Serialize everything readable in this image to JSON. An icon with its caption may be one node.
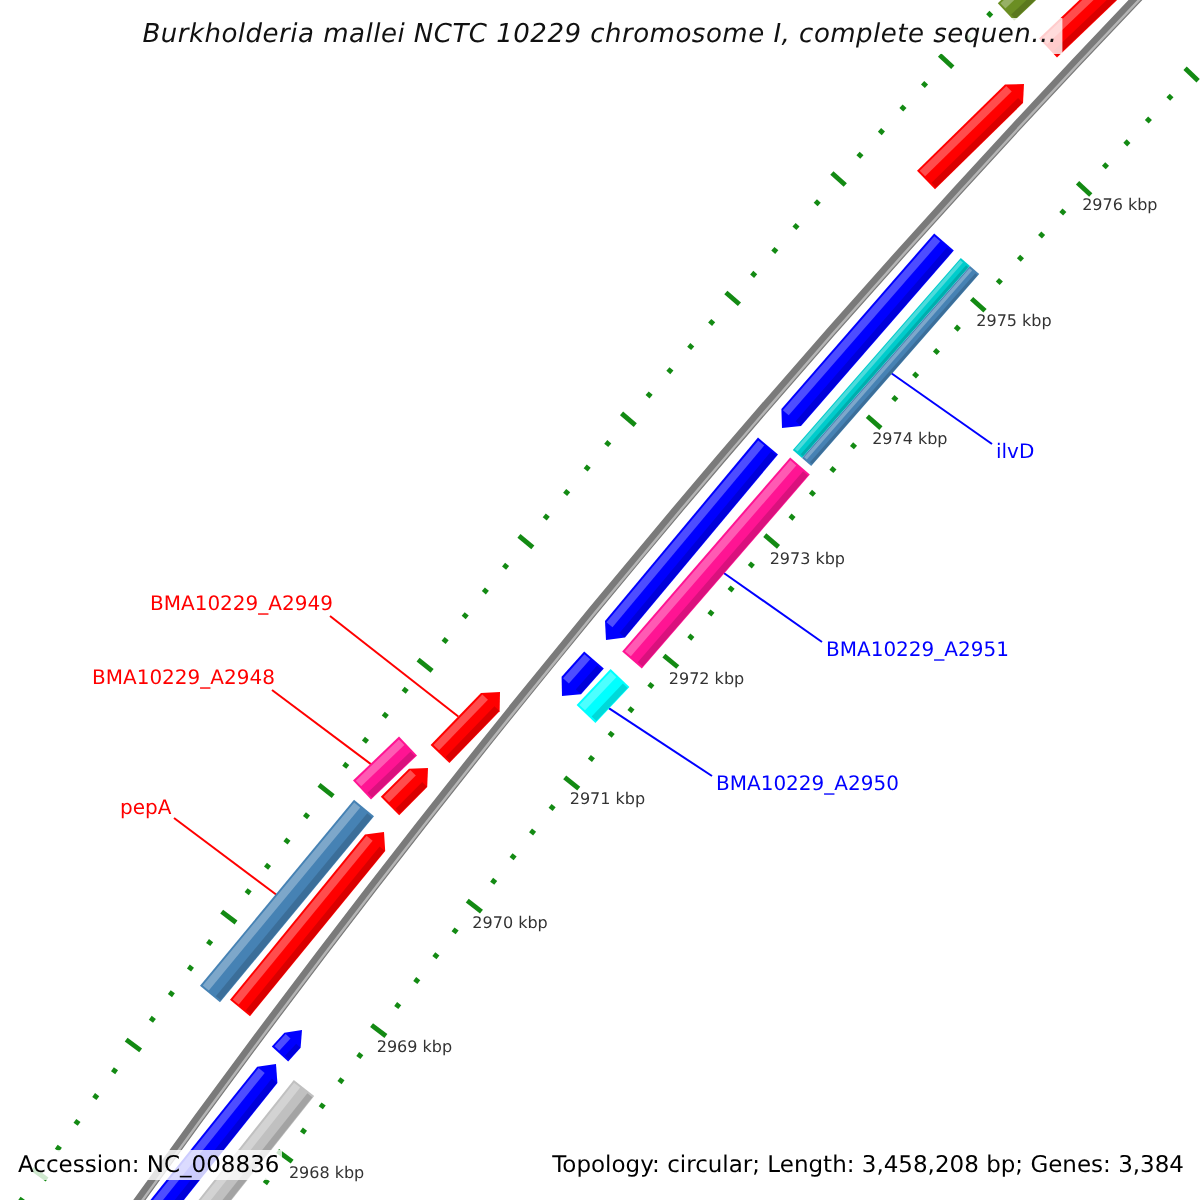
{
  "diagram": {
    "title": "Burkholderia mallei NCTC 10229 chromosome I, complete sequen...",
    "nodes": [
      {
        "text": [
          "ilvD"
        ]
      },
      {
        "text": [
          "BMA10229_A2949"
        ]
      },
      {
        "text": [
          "BMA10229_A2951"
        ]
      },
      {
        "text": [
          "BMA10229_A2948"
        ]
      },
      {
        "text": [
          "BMA10229_A2950"
        ]
      },
      {
        "text": [
          "pepA"
        ]
      },
      {
        "text": [],
        "shape": "bar"
      },
      {
        "text": [],
        "shape": "bar"
      },
      {
        "text": [],
        "shape": "bar"
      },
      {
        "text": [],
        "shape": "bar"
      },
      {
        "text": [],
        "shape": "bar"
      },
      {
        "text": [],
        "shape": "bar"
      }
    ],
    "edges": [
      {
        "from": 0,
        "to": 6,
        "arrow": "none",
        "color": "#0000ff"
      },
      {
        "from": 1,
        "to": 9,
        "arrow": "none",
        "color": "#ff0000"
      },
      {
        "from": 2,
        "to": 7,
        "arrow": "none",
        "color": "#0000ff"
      },
      {
        "from": 3,
        "to": 10,
        "arrow": "none",
        "color": "#ff0000"
      },
      {
        "from": 4,
        "to": 8,
        "arrow": "none",
        "color": "#0000ff"
      },
      {
        "from": 5,
        "to": 11,
        "arrow": "none",
        "color": "#ff0000"
      }
    ],
    "labels": [
      "2976 kbp",
      "2975 kbp",
      "2974 kbp",
      "2973 kbp",
      "2972 kbp",
      "2971 kbp",
      "2970 kbp",
      "2969 kbp",
      "Accession: NC_008836",
      "2968 kbp",
      "Topology: circular; Length: 3,458,208 bp; Genes: 3,384"
    ]
  }
}
